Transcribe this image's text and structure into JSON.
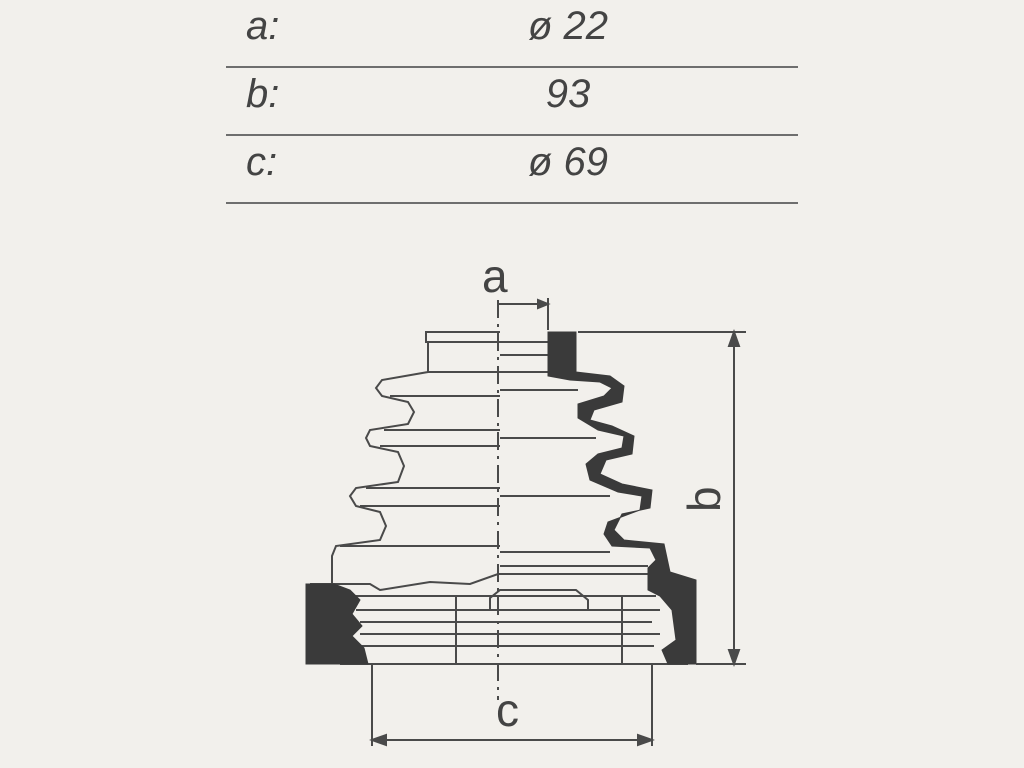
{
  "specs": [
    {
      "label": "a:",
      "value": "ø 22"
    },
    {
      "label": "b:",
      "value": "93"
    },
    {
      "label": "c:",
      "value": "ø  69"
    }
  ],
  "diagram": {
    "dim_a": "a",
    "dim_b": "b",
    "dim_c": "c",
    "colors": {
      "line": "#4a4a4a",
      "fill_dark": "#3a3a3a",
      "paper": "#f2f0ec"
    }
  }
}
